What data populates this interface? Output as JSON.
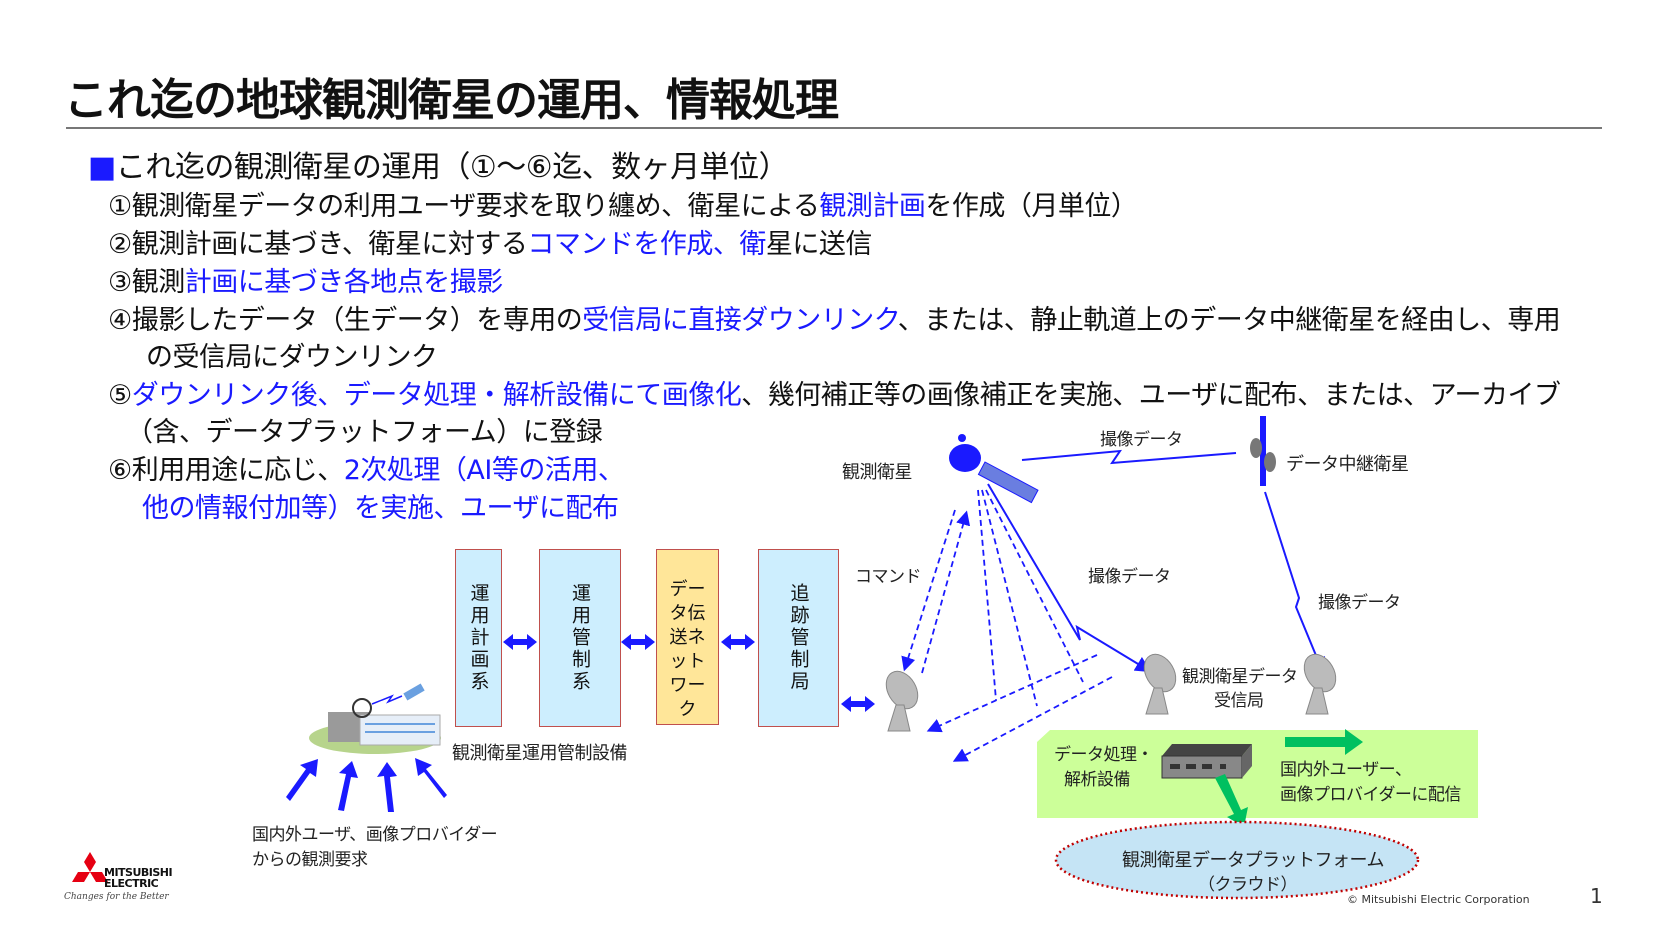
{
  "title": "これ迄の地球観測衛星の運用、情報処理",
  "heading": {
    "marker": "■",
    "text": "これ迄の観測衛星の運用（①～⑥迄、数ヶ月単位）"
  },
  "items": [
    {
      "a": "①観測衛星データの利用ユーザ要求を取り纏め、衛星による",
      "b": "観測計画",
      "c": "を作成（月単位）"
    },
    {
      "a": "②観測計画に基づき、衛星に対する",
      "b": "コマンドを作成、衛",
      "c": "星に送信"
    },
    {
      "a": "③観測",
      "b": "計画に基づき各地点を撮影",
      "c": ""
    },
    {
      "a": "④撮影したデータ（生データ）を専用の",
      "b": "受信局に直接ダウンリンク",
      "c": "、または、静止軌道上のデータ中継衛星を経由し、専用",
      "d": "の受信局にダウンリンク"
    },
    {
      "a": "⑤",
      "b": "ダウンリンク後、データ処理・解析設備にて画像化",
      "c": "、幾何補正等の画像補正を実施、ユーザに配布、または、アーカイブ",
      "d": "（含、データプラットフォーム）に登録"
    },
    {
      "a": "⑥利用用途に応じ、",
      "b": "2次処理（AI等の活用、",
      "d": "他の情報付加等）を実施、ユーザに配布"
    }
  ],
  "diagram": {
    "boxes": [
      "運用計画系",
      "運用管制系",
      "データ伝送ネットワーク",
      "追跡管制局"
    ],
    "box_lines": [
      [
        "運",
        "用",
        "計",
        "画",
        "系"
      ],
      [
        "運",
        "用",
        "管",
        "制",
        "系"
      ],
      [
        "データ",
        "伝送",
        "ネット",
        "ワーク"
      ],
      [
        "追",
        "跡",
        "管",
        "制",
        "局"
      ]
    ],
    "facility_label": "観測衛星運用管制設備",
    "requests_label": [
      "国内外ユーザ、画像プロバイダー",
      "からの観測要求"
    ],
    "observation_satellite": "観測衛星",
    "relay_satellite": "データ中継衛星",
    "image_data": "撮像データ",
    "command": "コマンド",
    "receiving_station": [
      "観測衛星データ",
      "受信局"
    ],
    "processing": [
      "データ処理・",
      "解析設備"
    ],
    "distribution": [
      "国内外ユーザー、",
      "画像プロバイダーに配信"
    ],
    "platform": [
      "観測衛星データプラットフォーム",
      "（クラウド）"
    ]
  },
  "footer": {
    "logo": [
      "MITSUBISHI",
      "ELECTRIC",
      "Changes for the Better"
    ],
    "copyright": "© Mitsubishi Electric Corporation",
    "page": "1"
  },
  "colors": {
    "highlight": "#1a1aff",
    "box_blue": "#cdeefe",
    "box_yellow": "#ffe699",
    "green_panel": "#ccff99",
    "arrow_green": "#00c060",
    "cloud": "#c5e4f5",
    "logo_red": "#e60012"
  }
}
